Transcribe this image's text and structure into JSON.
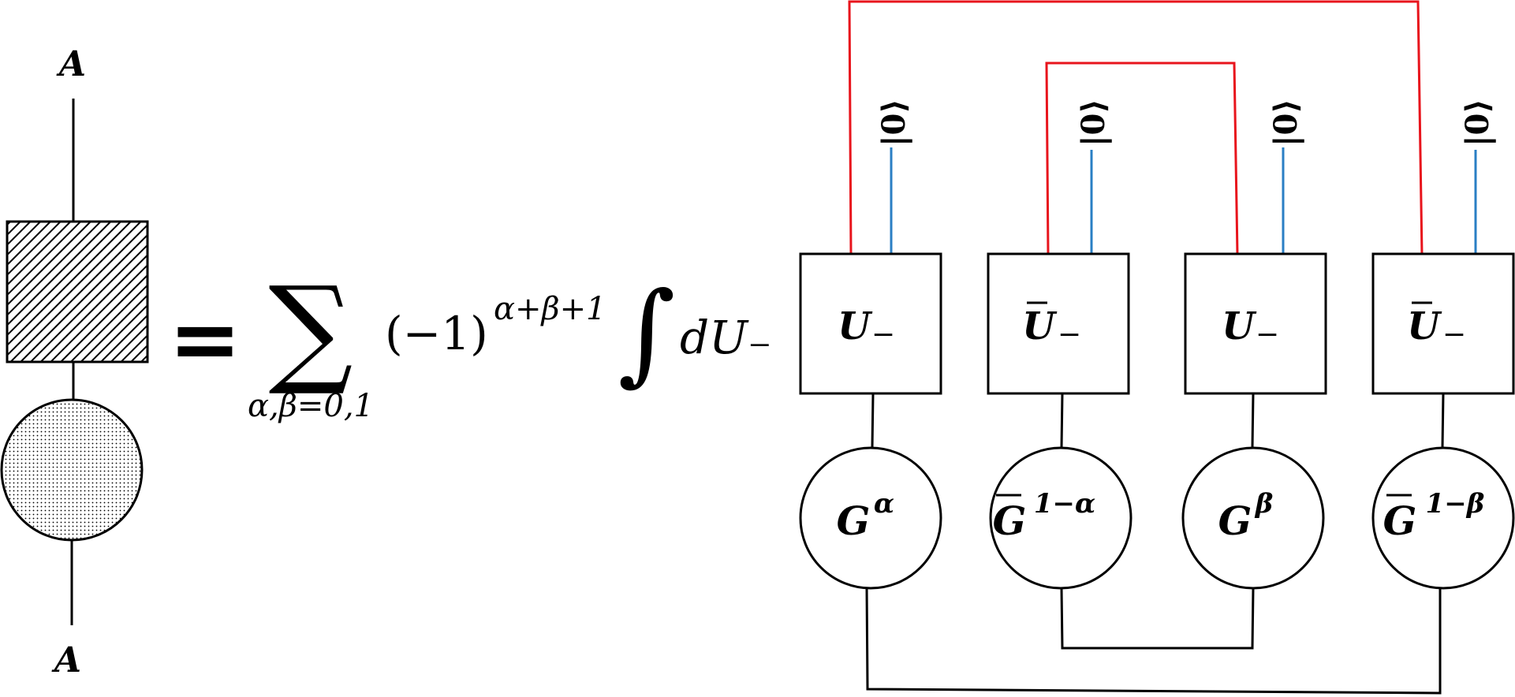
{
  "left": {
    "top_label": "A",
    "bottom_label": "A"
  },
  "equals": "=",
  "formula": {
    "sum_symbol": "∑",
    "sum_index": "α,β=0,1",
    "sign_base": "(−1)",
    "sign_exponent": "α+β+1",
    "integral_symbol": "∫",
    "measure": "dU₋"
  },
  "boxes": [
    {
      "label": "U",
      "subscript": "−",
      "bar": false
    },
    {
      "label": "U",
      "subscript": "−",
      "bar": true
    },
    {
      "label": "U",
      "subscript": "−",
      "bar": false
    },
    {
      "label": "U",
      "subscript": "−",
      "bar": true
    }
  ],
  "circles": [
    {
      "label": "G",
      "superscript": "α",
      "bar": false
    },
    {
      "label": "G",
      "superscript": "1−α",
      "bar": true
    },
    {
      "label": "G",
      "superscript": "β",
      "bar": false
    },
    {
      "label": "G",
      "superscript": "1−β",
      "bar": true
    }
  ],
  "ket_label": "|0⟩",
  "colors": {
    "red_connection": "#e8141c",
    "blue_leg": "#2a7fc4",
    "line": "#000000"
  }
}
